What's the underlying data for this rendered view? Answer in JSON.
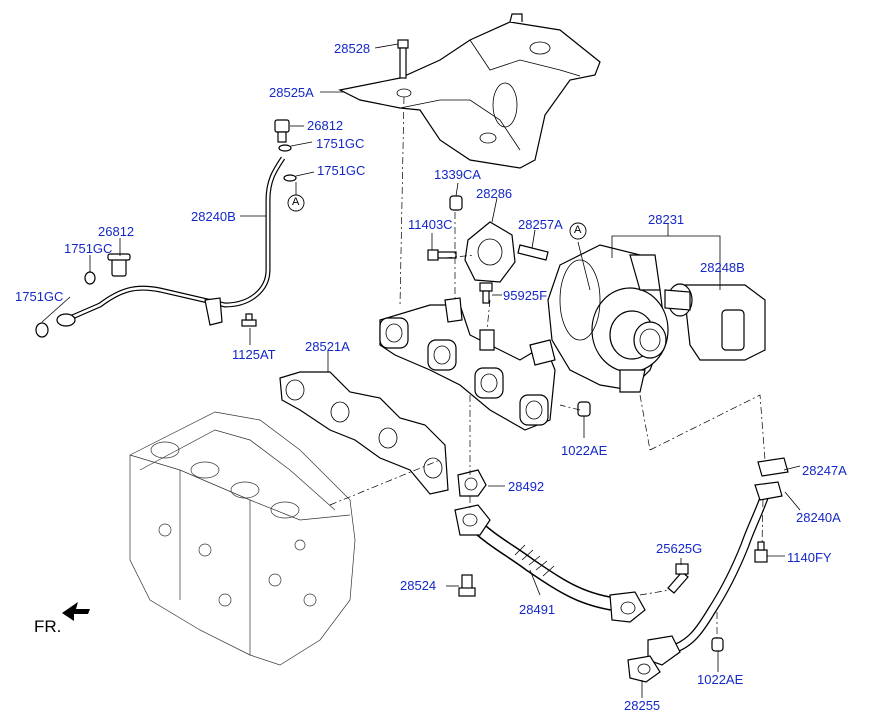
{
  "labels": {
    "p28528": "28528",
    "p28525A": "28525A",
    "p26812a": "26812",
    "p1751GCa": "1751GC",
    "p1751GCb": "1751GC",
    "refA1": "A",
    "p28240B": "28240B",
    "p26812b": "26812",
    "p1751GCc": "1751GC",
    "p1751GCd": "1751GC",
    "p1125AT": "1125AT",
    "p28521A": "28521A",
    "p1339CA": "1339CA",
    "p28286": "28286",
    "p11403C": "11403C",
    "p28257A": "28257A",
    "refA2": "A",
    "p28231": "28231",
    "p28248B": "28248B",
    "p95925F": "95925F",
    "p1022AEa": "1022AE",
    "p28492": "28492",
    "p28247A": "28247A",
    "p28240A": "28240A",
    "p25625G": "25625G",
    "p1140FY": "1140FY",
    "p28524": "28524",
    "p28491": "28491",
    "p1022AEb": "1022AE",
    "p28255": "28255",
    "front": "FR."
  },
  "colors": {
    "label": "#1428c8",
    "line": "#000000"
  }
}
